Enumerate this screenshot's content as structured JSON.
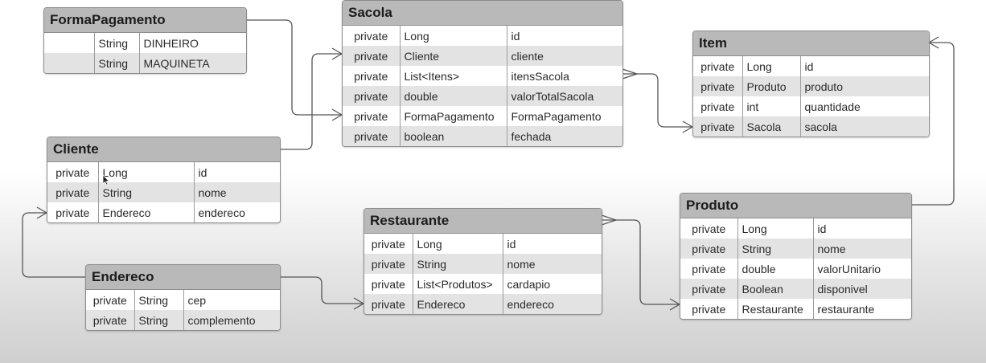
{
  "entities": {
    "formaPagamento": {
      "title": "FormaPagamento",
      "fields": [
        {
          "modifier": "",
          "type": "String",
          "name": "DINHEIRO"
        },
        {
          "modifier": "",
          "type": "String",
          "name": "MAQUINETA"
        }
      ]
    },
    "sacola": {
      "title": "Sacola",
      "fields": [
        {
          "modifier": "private",
          "type": "Long",
          "name": "id"
        },
        {
          "modifier": "private",
          "type": "Cliente",
          "name": "cliente"
        },
        {
          "modifier": "private",
          "type": "List<Itens>",
          "name": "itensSacola"
        },
        {
          "modifier": "private",
          "type": "double",
          "name": "valorTotalSacola"
        },
        {
          "modifier": "private",
          "type": "FormaPagamento",
          "name": "FormaPagamento"
        },
        {
          "modifier": "private",
          "type": "boolean",
          "name": "fechada"
        }
      ]
    },
    "item": {
      "title": "Item",
      "fields": [
        {
          "modifier": "private",
          "type": "Long",
          "name": "id"
        },
        {
          "modifier": "private",
          "type": "Produto",
          "name": "produto"
        },
        {
          "modifier": "private",
          "type": "int",
          "name": "quantidade"
        },
        {
          "modifier": "private",
          "type": "Sacola",
          "name": "sacola"
        }
      ]
    },
    "cliente": {
      "title": "Cliente",
      "fields": [
        {
          "modifier": "private",
          "type": "Long",
          "name": "id"
        },
        {
          "modifier": "private",
          "type": "String",
          "name": "nome"
        },
        {
          "modifier": "private",
          "type": "Endereco",
          "name": "endereco"
        }
      ]
    },
    "restaurante": {
      "title": "Restaurante",
      "fields": [
        {
          "modifier": "private",
          "type": "Long",
          "name": "id"
        },
        {
          "modifier": "private",
          "type": "String",
          "name": "nome"
        },
        {
          "modifier": "private",
          "type": "List<Produtos>",
          "name": "cardapio"
        },
        {
          "modifier": "private",
          "type": "Endereco",
          "name": "endereco"
        }
      ]
    },
    "produto": {
      "title": "Produto",
      "fields": [
        {
          "modifier": "private",
          "type": "Long",
          "name": "id"
        },
        {
          "modifier": "private",
          "type": "String",
          "name": "nome"
        },
        {
          "modifier": "private",
          "type": "double",
          "name": "valorUnitario"
        },
        {
          "modifier": "private",
          "type": "Boolean",
          "name": "disponivel"
        },
        {
          "modifier": "private",
          "type": "Restaurante",
          "name": "restaurante"
        }
      ]
    },
    "endereco": {
      "title": "Endereco",
      "fields": [
        {
          "modifier": "private",
          "type": "String",
          "name": "cep"
        },
        {
          "modifier": "private",
          "type": "String",
          "name": "complemento"
        }
      ]
    }
  },
  "relationships": [
    {
      "from": "formaPagamento",
      "to": "sacola.FormaPagamento",
      "end": "one"
    },
    {
      "from": "cliente",
      "to": "sacola.cliente",
      "end": "one"
    },
    {
      "from": "sacola.itensSacola",
      "to": "item.sacola",
      "end": "many"
    },
    {
      "from": "produto",
      "to": "item",
      "end": "many"
    },
    {
      "from": "endereco",
      "to": "cliente.endereco",
      "end": "one"
    },
    {
      "from": "endereco",
      "to": "restaurante.endereco",
      "end": "one"
    },
    {
      "from": "restaurante",
      "to": "produto.restaurante",
      "end": "many"
    }
  ],
  "colors": {
    "header": "#b9b9b9",
    "row_alt": "#e3e3e3",
    "border": "#8d8d8d",
    "connector": "#555555"
  },
  "cursor_icon": "mouse-pointer-icon"
}
